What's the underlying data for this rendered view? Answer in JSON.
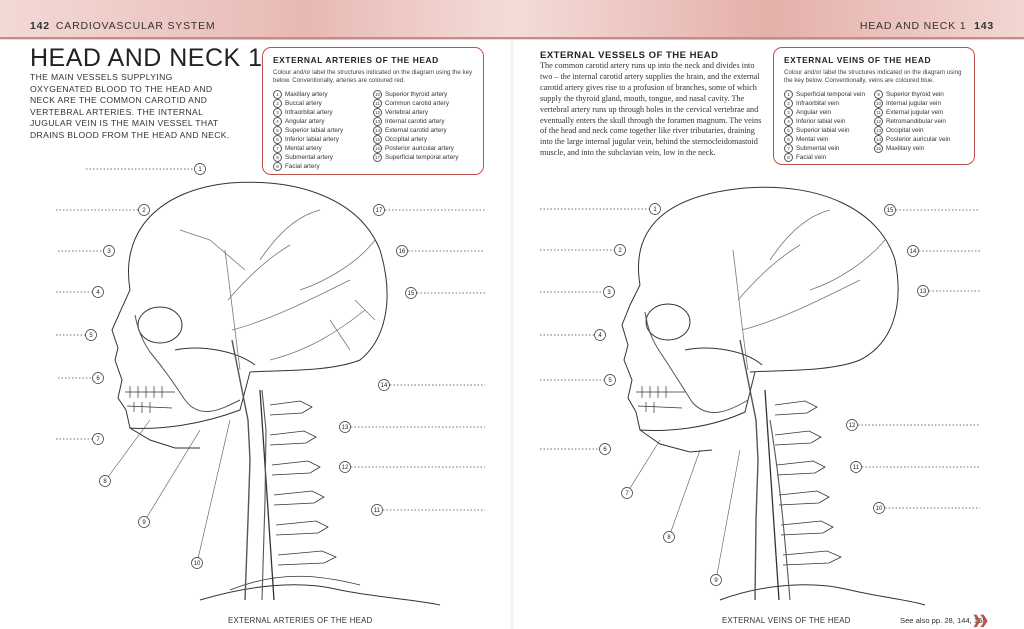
{
  "running_heads": {
    "left_page_number": "142",
    "left_section": "CARDIOVASCULAR SYSTEM",
    "right_section": "HEAD AND NECK 1",
    "right_page_number": "143"
  },
  "left_page": {
    "title": "HEAD AND NECK 1",
    "intro": "THE MAIN VESSELS SUPPLYING OXYGENATED BLOOD TO THE HEAD AND NECK ARE THE COMMON CAROTID AND VERTEBRAL ARTERIES. THE INTERNAL JUGULAR VEIN IS THE MAIN VESSEL THAT DRAINS BLOOD FROM THE HEAD AND NECK.",
    "key": {
      "title": "EXTERNAL ARTERIES OF THE HEAD",
      "instruction": "Colour and/or label the structures indicated on the diagram using the key below. Conventionally, arteries are coloured red.",
      "items": [
        {
          "n": "1",
          "label": "Maxillary artery"
        },
        {
          "n": "2",
          "label": "Buccal artery"
        },
        {
          "n": "3",
          "label": "Infraorbital artery"
        },
        {
          "n": "4",
          "label": "Angular artery"
        },
        {
          "n": "5",
          "label": "Superior labial artery"
        },
        {
          "n": "6",
          "label": "Inferior labial artery"
        },
        {
          "n": "7",
          "label": "Mental artery"
        },
        {
          "n": "8",
          "label": "Submental artery"
        },
        {
          "n": "9",
          "label": "Facial artery"
        },
        {
          "n": "10",
          "label": "Superior thyroid artery"
        },
        {
          "n": "11",
          "label": "Common carotid artery"
        },
        {
          "n": "12",
          "label": "Vertebral artery"
        },
        {
          "n": "13",
          "label": "Internal carotid artery"
        },
        {
          "n": "14",
          "label": "External carotid artery"
        },
        {
          "n": "15",
          "label": "Occipital artery"
        },
        {
          "n": "16",
          "label": "Posterior auricular artery"
        },
        {
          "n": "17",
          "label": "Superficial temporal artery"
        }
      ]
    },
    "caption": "EXTERNAL ARTERIES OF THE HEAD",
    "callout_numbers": [
      "1",
      "2",
      "3",
      "4",
      "5",
      "6",
      "7",
      "8",
      "9",
      "10",
      "11",
      "12",
      "13",
      "14",
      "15",
      "16",
      "17"
    ]
  },
  "right_page": {
    "section_title": "EXTERNAL VESSELS OF THE HEAD",
    "body": "The common carotid artery runs up into the neck and divides into two – the internal carotid artery supplies the brain, and the external carotid artery gives rise to a profusion of branches, some of which supply the thyroid gland, mouth, tongue, and nasal cavity. The vertebral artery runs up through holes in the cervical vertebrae and eventually enters the skull through the foramen magnum. The veins of the head and neck come together like river tributaries, draining into the large internal jugular vein, behind the sternocleidomastoid muscle, and into the subclavian vein, low in the neck.",
    "key": {
      "title": "EXTERNAL VEINS OF THE HEAD",
      "instruction": "Colour and/or label the structures indicated on the diagram using the key below. Conventionally, veins are coloured blue.",
      "items": [
        {
          "n": "1",
          "label": "Superficial temporal vein"
        },
        {
          "n": "2",
          "label": "Infraorbital vein"
        },
        {
          "n": "3",
          "label": "Angular vein"
        },
        {
          "n": "4",
          "label": "Inferior labial vein"
        },
        {
          "n": "5",
          "label": "Superior labial vein"
        },
        {
          "n": "6",
          "label": "Mental vein"
        },
        {
          "n": "7",
          "label": "Submental vein"
        },
        {
          "n": "8",
          "label": "Facial vein"
        },
        {
          "n": "9",
          "label": "Superior thyroid vein"
        },
        {
          "n": "10",
          "label": "Internal jugular vein"
        },
        {
          "n": "11",
          "label": "External jugular vein"
        },
        {
          "n": "12",
          "label": "Retromandibular vein"
        },
        {
          "n": "13",
          "label": "Occipital vein"
        },
        {
          "n": "14",
          "label": "Posterior auricular vein"
        },
        {
          "n": "15",
          "label": "Maxillary vein"
        }
      ]
    },
    "caption": "EXTERNAL VEINS OF THE HEAD",
    "see_also": "See also pp. 28, 144, 168",
    "callout_numbers": [
      "1",
      "2",
      "3",
      "4",
      "5",
      "6",
      "7",
      "8",
      "9",
      "10",
      "11",
      "12",
      "13",
      "14",
      "15"
    ]
  },
  "colors": {
    "accent": "#c0504d",
    "banner": "#e8b9b4"
  },
  "icons": {
    "next_page": "double-chevron-right-icon"
  }
}
